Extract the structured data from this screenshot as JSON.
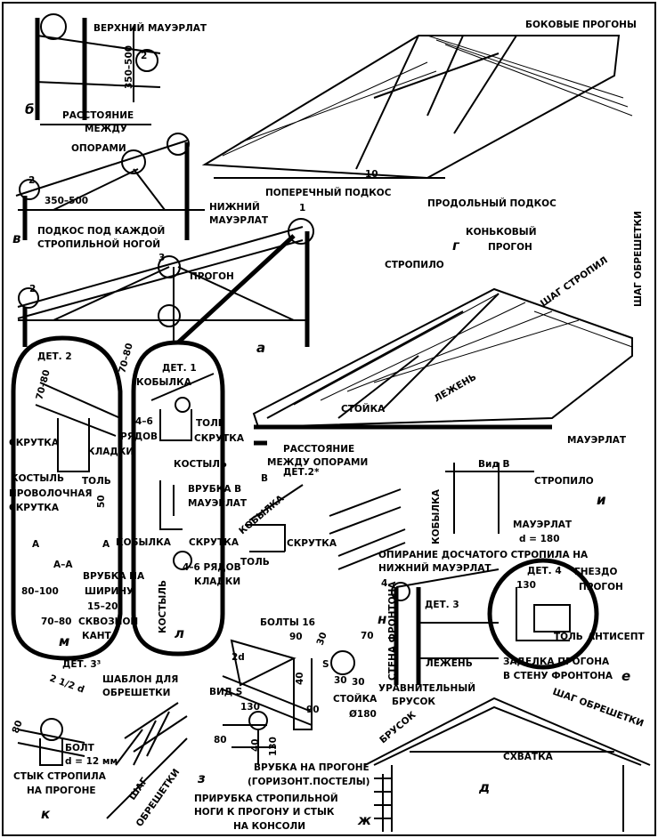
{
  "labels": [
    "ВЕРХНИЙ МАУЭРЛАТ",
    "350–500",
    "б",
    "РАССТОЯНИЕ",
    "МЕЖДУ",
    "ОПОРАМИ",
    "2",
    "2",
    "350–500",
    "НИЖНИЙ",
    "МАУЭРЛАТ",
    "ПОДКОС ПОД КАЖДОЙ",
    "СТРОПИЛЬНОЙ НОГОЙ",
    "в",
    "1",
    "3",
    "ПРОГОН",
    "2",
    "а",
    "БОКОВЫЕ ПРОГОНЫ",
    "ПОПЕРЕЧНЫЙ ПОДКОС",
    "10",
    "ПРОДОЛЬНЫЙ ПОДКОС",
    "г",
    "КОНЬКОВЫЙ",
    "ПРОГОН",
    "СТРОПИЛО",
    "ШАГ СТРОПИЛ",
    "ШАГ ОБРЕШЕТКИ",
    "СТОЙКА",
    "ЛЕЖЕНЬ",
    "РАССТОЯНИЕ",
    "МЕЖДУ ОПОРАМИ",
    "МАУЭРЛАТ",
    "ДЕТ. 2",
    "70–80",
    "70–80",
    "СКРУТКА",
    "КЛАДКИ",
    "4–6",
    "РЯДОВ",
    "КОСТЫЛЬ",
    "ТОЛЬ",
    "ПРОВОЛОЧНАЯ",
    "СКРУТКА",
    "50",
    "А",
    "А",
    "А–А",
    "ВРУБКА НА",
    "ШИРИНУ",
    "80–100",
    "15–20",
    "70–80",
    "СКВОЗНОЙ",
    "КАНТ",
    "м",
    "ДЕТ. 1",
    "КОБЫЛКА",
    "ТОЛЬ",
    "СКРУТКА",
    "КОСТЫЛЬ",
    "ВРУБКА В",
    "МАУЭРЛАТ",
    "КОБЫЛКА",
    "СКРУТКА",
    "4–6 РЯДОВ",
    "КЛАДКИ",
    "КОСТЫЛЬ",
    "л",
    "ДЕТ.2*",
    "В",
    "КОБЫЛКА",
    "СКРУТКА",
    "ТОЛЬ",
    "Вид В",
    "КОБЫЛКА",
    "СТРОПИЛО",
    "и",
    "МАУЭРЛАТ",
    "d = 180",
    "ОПИРАНИЕ ДОСЧАТОГО СТРОПИЛА НА",
    "НИЖНИЙ МАУЭРЛАТ",
    "4",
    "н",
    "СТЕНА ФРОНТОНА",
    "ЛЕЖЕНЬ",
    "ДЕТ. 4",
    "ГНЕЗДО",
    "130",
    "ПРОГОН",
    "ТОЛЬ",
    "АНТИСЕПТ",
    "ЗАДЕЛКА ПРОГОНА",
    "В СТЕНУ ФРОНТОНА",
    "е",
    "ДЕТ. 3",
    "БОЛТЫ 16",
    "90",
    "30",
    "70",
    "2d",
    "S",
    "40",
    "30",
    "30",
    "СТОЙКА",
    "Ø180",
    "ВИД S",
    "130",
    "90",
    "80",
    "40",
    "130",
    "ДЕТ. 3³",
    "2 1/2 d",
    "80",
    "ШАБЛОН ДЛЯ",
    "ОБРЕШЕТКИ",
    "БОЛТ",
    "d = 12 мм",
    "СТЫК СТРОПИЛА",
    "НА ПРОГОНЕ",
    "к",
    "ШАГ",
    "ОБРЕШЕТКИ",
    "з",
    "ВРУБКА НА ПРОГОНЕ",
    "(ГОРИЗОНТ.ПОСТЕЛЫ)",
    "ПРИРУБКА СТРОПИЛЬНОЙ",
    "НОГИ  К ПРОГОНУ И СТЫК",
    "НА КОНСОЛИ",
    "ж",
    "УРАВНИТЕЛЬНЫЙ",
    "БРУСОК",
    "БРУСОК",
    "ШАГ ОБРЕШЕТКИ",
    "СХВАТКА",
    "д"
  ]
}
